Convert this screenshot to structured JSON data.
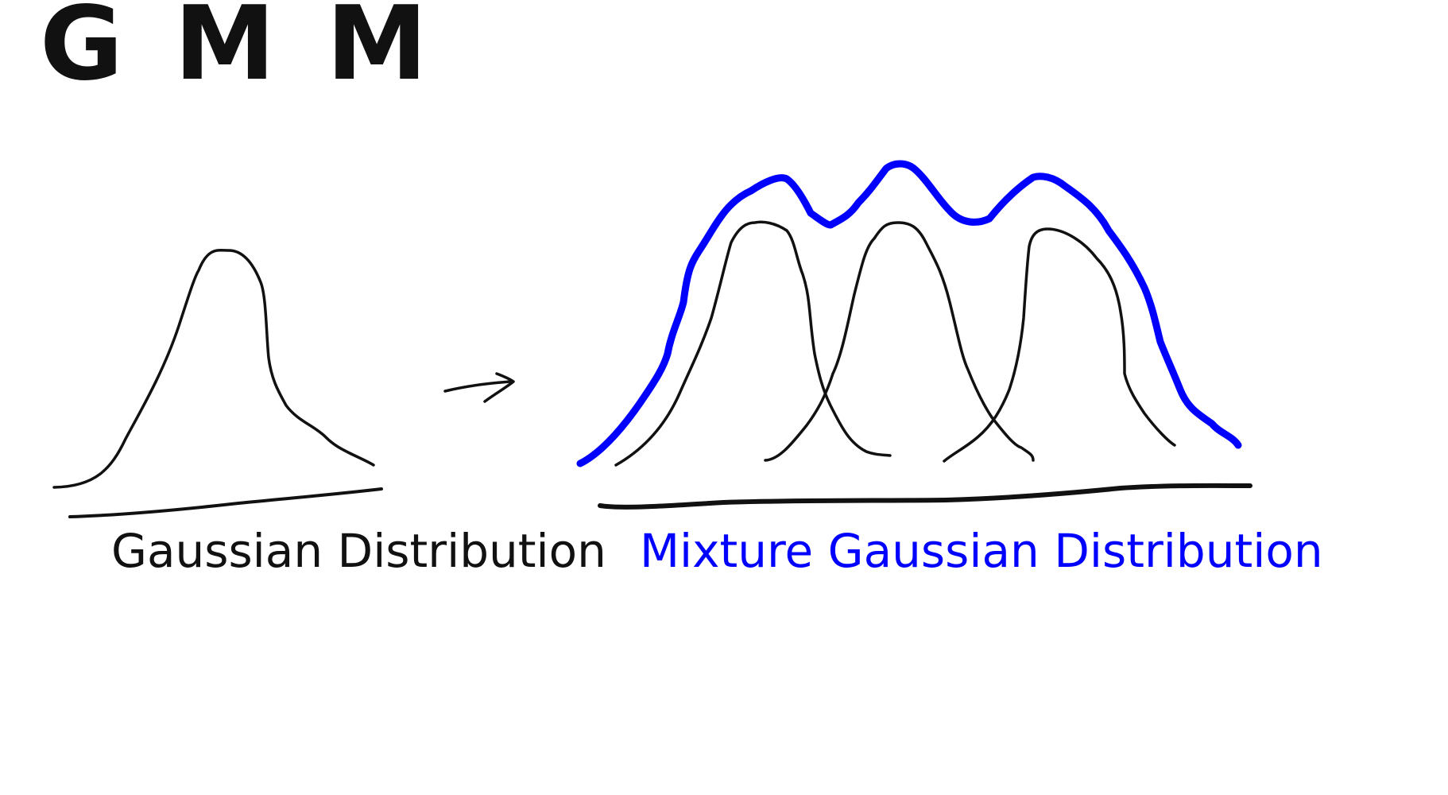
{
  "title": "GMM",
  "labels": {
    "left": "Gaussian Distribution",
    "right": "Mixture Gaussian Distribution"
  },
  "colors": {
    "ink": "#111111",
    "mixture": "#0000ff",
    "background": "#ffffff"
  }
}
